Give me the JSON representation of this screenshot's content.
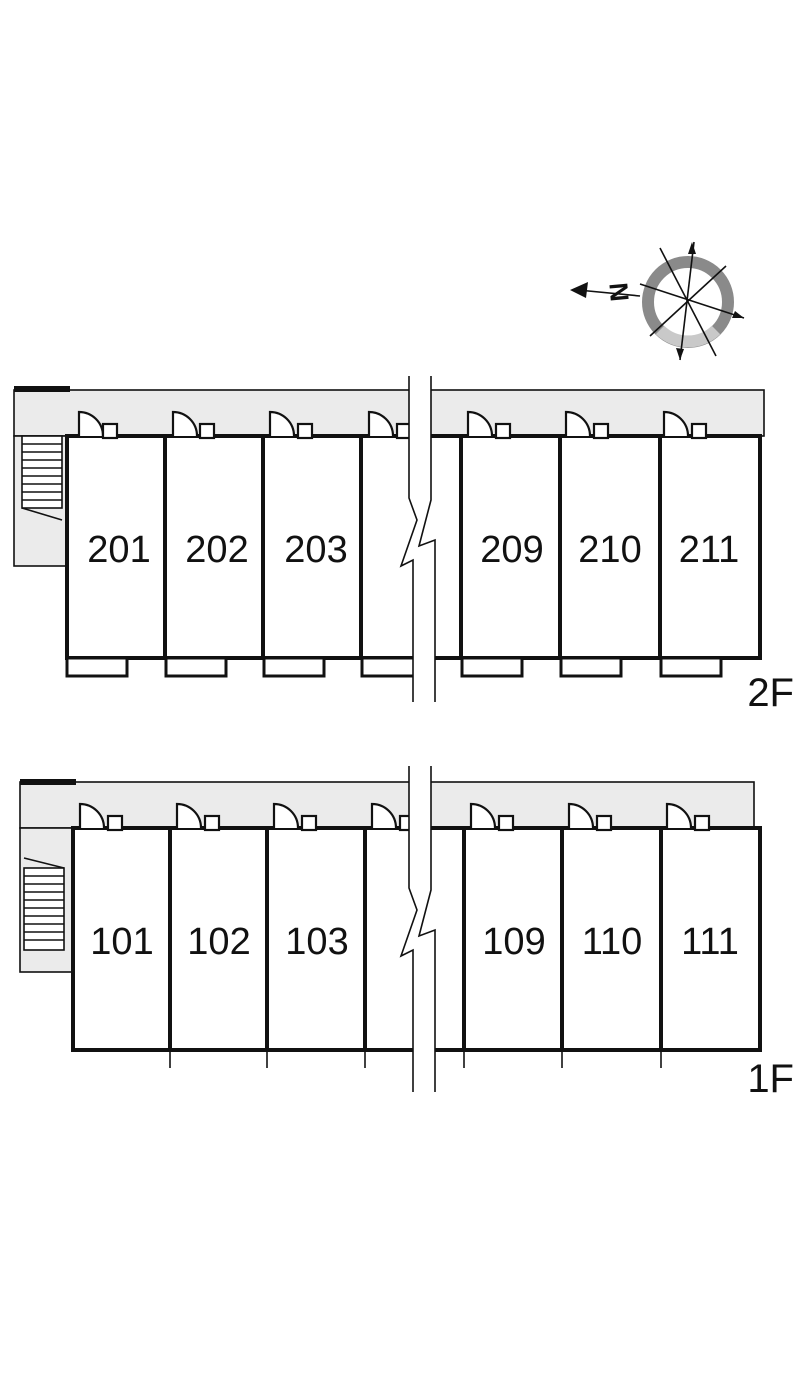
{
  "floors": {
    "second": {
      "label": "2F",
      "rooms": [
        "201",
        "202",
        "203",
        "",
        "209",
        "210",
        "211"
      ]
    },
    "first": {
      "label": "1F",
      "rooms": [
        "101",
        "102",
        "103",
        "",
        "109",
        "110",
        "111"
      ]
    }
  },
  "compass": {
    "north_letter": "N"
  },
  "colors": {
    "line": "#111111",
    "corridor": "#ebebeb",
    "compass_dark": "#8a8a8a",
    "compass_light": "#c9c9c9"
  }
}
